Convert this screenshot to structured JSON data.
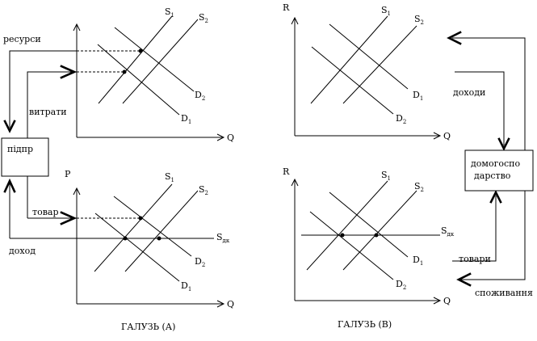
{
  "panel_a_top": {
    "y_axis": "",
    "x_axis": "Q",
    "s1": {
      "main": "S",
      "sub": "1"
    },
    "s2": {
      "main": "S",
      "sub": "2"
    },
    "d1": {
      "main": "D",
      "sub": "1"
    },
    "d2": {
      "main": "D",
      "sub": "2"
    }
  },
  "panel_a_bottom": {
    "y_axis": "P",
    "x_axis": "Q",
    "s1": {
      "main": "S",
      "sub": "1"
    },
    "s2": {
      "main": "S",
      "sub": "2"
    },
    "d1": {
      "main": "D",
      "sub": "1"
    },
    "d2": {
      "main": "D",
      "sub": "2"
    },
    "sdk": {
      "main": "S",
      "sub": "дк"
    }
  },
  "panel_b_top": {
    "y_axis": "R",
    "x_axis": "Q",
    "s1": {
      "main": "S",
      "sub": "1"
    },
    "s2": {
      "main": "S",
      "sub": "2"
    },
    "d1": {
      "main": "D",
      "sub": "1"
    },
    "d2": {
      "main": "D",
      "sub": "2"
    }
  },
  "panel_b_bottom": {
    "y_axis": "R",
    "x_axis": "Q",
    "s1": {
      "main": "S",
      "sub": "1"
    },
    "s2": {
      "main": "S",
      "sub": "2"
    },
    "d1": {
      "main": "D",
      "sub": "1"
    },
    "d2": {
      "main": "D",
      "sub": "2"
    },
    "sdk": {
      "main": "S",
      "sub": "дк"
    }
  },
  "boxes": {
    "firm": "підпр",
    "household_line1": "домогоспо",
    "household_line2": "дарство"
  },
  "flow_labels": {
    "resources": "ресурси",
    "costs": "витрати",
    "goods_left": "товар",
    "income_left": "доход",
    "income_right": "доходи",
    "goods_right": "товари",
    "consumption": "споживання"
  },
  "captions": {
    "industry_a": "ГАЛУЗЬ (А)",
    "industry_b": "ГАЛУЗЬ (В)"
  }
}
